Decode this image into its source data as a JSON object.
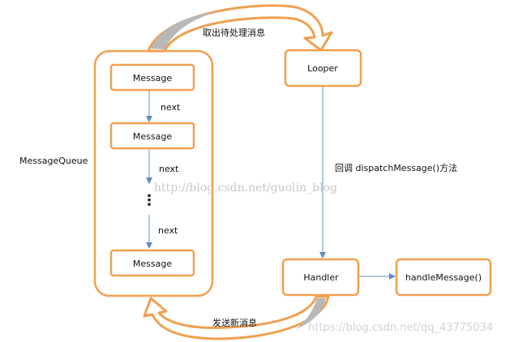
{
  "labels": {
    "queue_label": "MessageQueue",
    "top_arrow": "取出待处理消息",
    "bottom_arrow": "发送新消息",
    "dispatch": "回调 dispatchMessage()方法",
    "next": [
      "next",
      "next",
      "next"
    ],
    "dots": "⋮"
  },
  "nodes": {
    "message_1": "Message",
    "message_2": "Message",
    "message_3": "Message",
    "looper": "Looper",
    "handler": "Handler",
    "handle_message": "handleMessage()"
  },
  "watermarks": {
    "center": "http://blog.csdn.net/guolin_blog",
    "bottom_right": "https://blog.csdn.net/qq_43775034"
  },
  "colors": {
    "orange": "#F0A050",
    "connector": "#7FA7CE",
    "gray_arc": "#B8B8B8"
  }
}
